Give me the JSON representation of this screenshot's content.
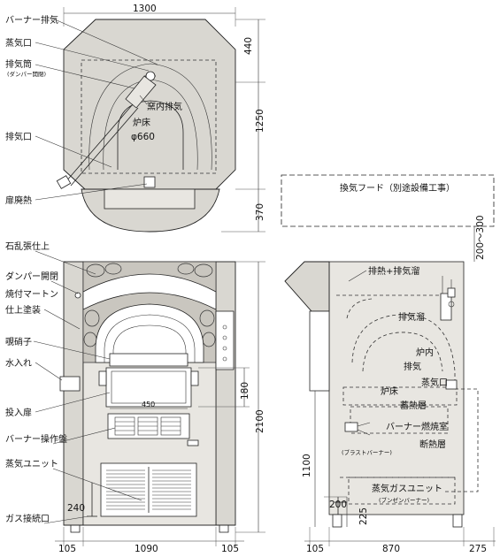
{
  "plan_view": {
    "labels": {
      "burner_exhaust": "バーナー排気",
      "steam_outlet": "蒸気口",
      "flue": "排気筒",
      "flue_note": "(ダンパー開閉)",
      "exhaust_port": "排気口",
      "door_heat": "扉廃熱",
      "inner_exhaust": "窯内排気",
      "hearth": "炉床",
      "hearth_dia": "φ660"
    },
    "dims": {
      "width": "1300",
      "top": "440",
      "depth": "1250",
      "front": "370"
    }
  },
  "front_view": {
    "labels": {
      "stone_finish": "石乱張仕上",
      "damper": "ダンパー開閉",
      "mortar": "焼付マートン",
      "paint": "仕上塗装",
      "peep": "覗硝子",
      "water_inlet": "水入れ",
      "loading_door": "投入扉",
      "burner_panel": "バーナー操作盤",
      "steam_unit": "蒸気ユニット",
      "gas_port": "ガス接続口"
    },
    "dims": {
      "left": "105",
      "center": "1090",
      "right": "105",
      "height": "2100",
      "opening_w": "450",
      "opening_h": "180",
      "gas_h": "240"
    }
  },
  "side_view": {
    "labels": {
      "hood": "換気フード（別途設備工事）",
      "waste_heat": "排熱+排気溜",
      "exhaust_tank": "排気溜",
      "furnace": "炉内",
      "exhaust": "排気",
      "steam_port": "蒸気口",
      "hearth": "炉床",
      "storage_layer": "蓄熱層",
      "burner_room": "バーナー燃焼室",
      "insulation": "断熱層",
      "blast_burner": "(ブラストバーナー)",
      "steam_gas_unit": "蒸気ガスユニット",
      "bunsen_burner": "(ブンゼンバーナー)"
    },
    "dims": {
      "hood_gap": "200〜300",
      "h1100": "1100",
      "h200": "200",
      "h225": "225",
      "left": "105",
      "center": "870",
      "right": "275"
    }
  }
}
